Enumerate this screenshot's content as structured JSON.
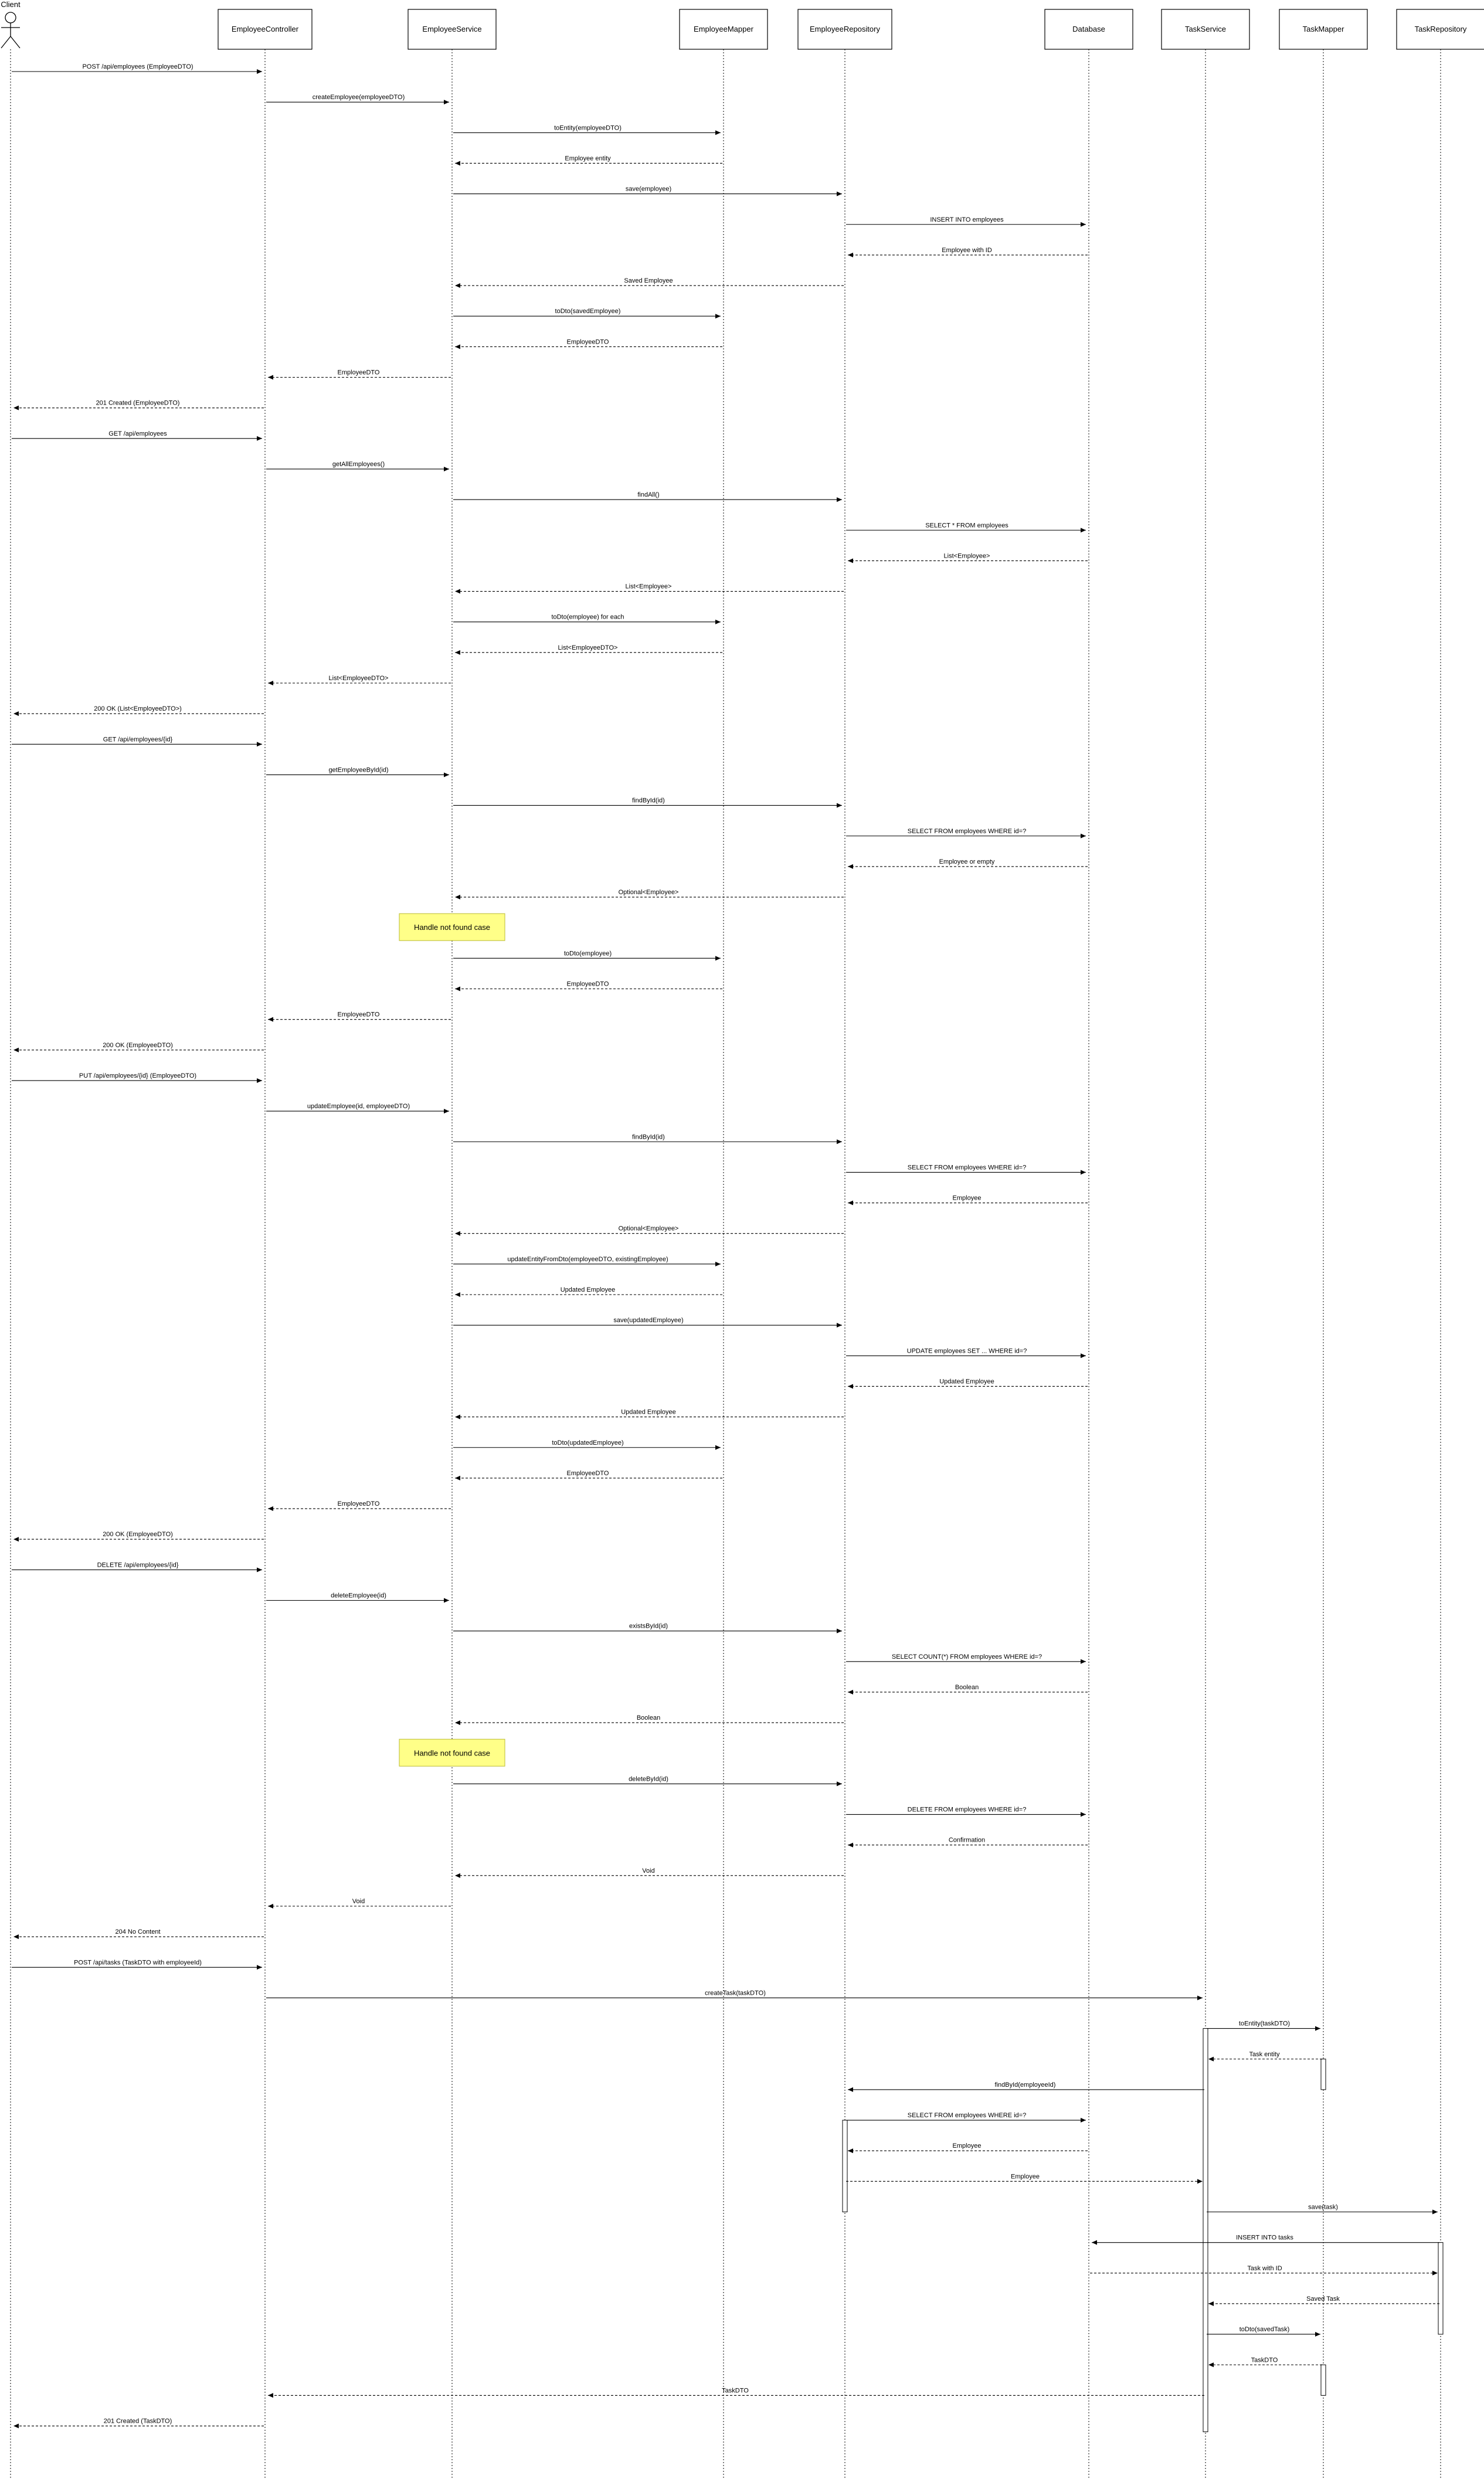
{
  "participants": [
    {
      "id": "client",
      "label": "Client",
      "kind": "actor"
    },
    {
      "id": "ec",
      "label": "EmployeeController",
      "kind": "box"
    },
    {
      "id": "es",
      "label": "EmployeeService",
      "kind": "box"
    },
    {
      "id": "em",
      "label": "EmployeeMapper",
      "kind": "box"
    },
    {
      "id": "er",
      "label": "EmployeeRepository",
      "kind": "box"
    },
    {
      "id": "db",
      "label": "Database",
      "kind": "box"
    },
    {
      "id": "ts",
      "label": "TaskService",
      "kind": "box"
    },
    {
      "id": "tm",
      "label": "TaskMapper",
      "kind": "box"
    },
    {
      "id": "tr",
      "label": "TaskRepository",
      "kind": "box"
    }
  ],
  "messages": [
    {
      "from": "client",
      "to": "ec",
      "label": "POST /api/employees (EmployeeDTO)",
      "kind": "call"
    },
    {
      "from": "ec",
      "to": "es",
      "label": "createEmployee(employeeDTO)",
      "kind": "call"
    },
    {
      "from": "es",
      "to": "em",
      "label": "toEntity(employeeDTO)",
      "kind": "call"
    },
    {
      "from": "em",
      "to": "es",
      "label": "Employee entity",
      "kind": "return"
    },
    {
      "from": "es",
      "to": "er",
      "label": "save(employee)",
      "kind": "call"
    },
    {
      "from": "er",
      "to": "db",
      "label": "INSERT INTO employees",
      "kind": "call"
    },
    {
      "from": "db",
      "to": "er",
      "label": "Employee with ID",
      "kind": "return"
    },
    {
      "from": "er",
      "to": "es",
      "label": "Saved Employee",
      "kind": "return"
    },
    {
      "from": "es",
      "to": "em",
      "label": "toDto(savedEmployee)",
      "kind": "call"
    },
    {
      "from": "em",
      "to": "es",
      "label": "EmployeeDTO",
      "kind": "return"
    },
    {
      "from": "es",
      "to": "ec",
      "label": "EmployeeDTO",
      "kind": "return"
    },
    {
      "from": "ec",
      "to": "client",
      "label": "201 Created (EmployeeDTO)",
      "kind": "return"
    },
    {
      "from": "client",
      "to": "ec",
      "label": "GET /api/employees",
      "kind": "call"
    },
    {
      "from": "ec",
      "to": "es",
      "label": "getAllEmployees()",
      "kind": "call"
    },
    {
      "from": "es",
      "to": "er",
      "label": "findAll()",
      "kind": "call"
    },
    {
      "from": "er",
      "to": "db",
      "label": "SELECT * FROM employees",
      "kind": "call"
    },
    {
      "from": "db",
      "to": "er",
      "label": "List<Employee>",
      "kind": "return"
    },
    {
      "from": "er",
      "to": "es",
      "label": "List<Employee>",
      "kind": "return"
    },
    {
      "from": "es",
      "to": "em",
      "label": "toDto(employee) for each",
      "kind": "call"
    },
    {
      "from": "em",
      "to": "es",
      "label": "List<EmployeeDTO>",
      "kind": "return"
    },
    {
      "from": "es",
      "to": "ec",
      "label": "List<EmployeeDTO>",
      "kind": "return"
    },
    {
      "from": "ec",
      "to": "client",
      "label": "200 OK (List<EmployeeDTO>)",
      "kind": "return"
    },
    {
      "from": "client",
      "to": "ec",
      "label": "GET /api/employees/{id}",
      "kind": "call"
    },
    {
      "from": "ec",
      "to": "es",
      "label": "getEmployeeById(id)",
      "kind": "call"
    },
    {
      "from": "es",
      "to": "er",
      "label": "findById(id)",
      "kind": "call"
    },
    {
      "from": "er",
      "to": "db",
      "label": "SELECT FROM employees WHERE id=?",
      "kind": "call"
    },
    {
      "from": "db",
      "to": "er",
      "label": "Employee or empty",
      "kind": "return"
    },
    {
      "from": "er",
      "to": "es",
      "label": "Optional<Employee>",
      "kind": "return"
    },
    {
      "note": "Handle not found case"
    },
    {
      "from": "es",
      "to": "em",
      "label": "toDto(employee)",
      "kind": "call"
    },
    {
      "from": "em",
      "to": "es",
      "label": "EmployeeDTO",
      "kind": "return"
    },
    {
      "from": "es",
      "to": "ec",
      "label": "EmployeeDTO",
      "kind": "return"
    },
    {
      "from": "ec",
      "to": "client",
      "label": "200 OK (EmployeeDTO)",
      "kind": "return"
    },
    {
      "from": "client",
      "to": "ec",
      "label": "PUT /api/employees/{id} (EmployeeDTO)",
      "kind": "call"
    },
    {
      "from": "ec",
      "to": "es",
      "label": "updateEmployee(id, employeeDTO)",
      "kind": "call"
    },
    {
      "from": "es",
      "to": "er",
      "label": "findById(id)",
      "kind": "call"
    },
    {
      "from": "er",
      "to": "db",
      "label": "SELECT FROM employees WHERE id=?",
      "kind": "call"
    },
    {
      "from": "db",
      "to": "er",
      "label": "Employee",
      "kind": "return"
    },
    {
      "from": "er",
      "to": "es",
      "label": "Optional<Employee>",
      "kind": "return"
    },
    {
      "from": "es",
      "to": "em",
      "label": "updateEntityFromDto(employeeDTO, existingEmployee)",
      "kind": "call"
    },
    {
      "from": "em",
      "to": "es",
      "label": "Updated Employee",
      "kind": "return"
    },
    {
      "from": "es",
      "to": "er",
      "label": "save(updatedEmployee)",
      "kind": "call"
    },
    {
      "from": "er",
      "to": "db",
      "label": "UPDATE employees SET ... WHERE id=?",
      "kind": "call"
    },
    {
      "from": "db",
      "to": "er",
      "label": "Updated Employee",
      "kind": "return"
    },
    {
      "from": "er",
      "to": "es",
      "label": "Updated Employee",
      "kind": "return"
    },
    {
      "from": "es",
      "to": "em",
      "label": "toDto(updatedEmployee)",
      "kind": "call"
    },
    {
      "from": "em",
      "to": "es",
      "label": "EmployeeDTO",
      "kind": "return"
    },
    {
      "from": "es",
      "to": "ec",
      "label": "EmployeeDTO",
      "kind": "return"
    },
    {
      "from": "ec",
      "to": "client",
      "label": "200 OK (EmployeeDTO)",
      "kind": "return"
    },
    {
      "from": "client",
      "to": "ec",
      "label": "DELETE /api/employees/{id}",
      "kind": "call"
    },
    {
      "from": "ec",
      "to": "es",
      "label": "deleteEmployee(id)",
      "kind": "call"
    },
    {
      "from": "es",
      "to": "er",
      "label": "existsById(id)",
      "kind": "call"
    },
    {
      "from": "er",
      "to": "db",
      "label": "SELECT COUNT(*) FROM employees WHERE id=?",
      "kind": "call"
    },
    {
      "from": "db",
      "to": "er",
      "label": "Boolean",
      "kind": "return"
    },
    {
      "from": "er",
      "to": "es",
      "label": "Boolean",
      "kind": "return"
    },
    {
      "note": "Handle not found case"
    },
    {
      "from": "es",
      "to": "er",
      "label": "deleteById(id)",
      "kind": "call"
    },
    {
      "from": "er",
      "to": "db",
      "label": "DELETE FROM employees WHERE id=?",
      "kind": "call"
    },
    {
      "from": "db",
      "to": "er",
      "label": "Confirmation",
      "kind": "return"
    },
    {
      "from": "er",
      "to": "es",
      "label": "Void",
      "kind": "return"
    },
    {
      "from": "es",
      "to": "ec",
      "label": "Void",
      "kind": "return"
    },
    {
      "from": "ec",
      "to": "client",
      "label": "204 No Content",
      "kind": "return"
    },
    {
      "from": "client",
      "to": "ec",
      "label": "POST /api/tasks (TaskDTO with employeeId)",
      "kind": "call"
    },
    {
      "from": "ec",
      "to": "ts",
      "label": "createTask(taskDTO)",
      "kind": "call"
    },
    {
      "from": "ts",
      "to": "tm",
      "label": "toEntity(taskDTO)",
      "kind": "call"
    },
    {
      "from": "tm",
      "to": "ts",
      "label": "Task entity",
      "kind": "return"
    },
    {
      "from": "ts",
      "to": "er",
      "label": "findById(employeeId)",
      "kind": "call"
    },
    {
      "from": "er",
      "to": "db",
      "label": "SELECT FROM employees WHERE id=?",
      "kind": "call"
    },
    {
      "from": "db",
      "to": "er",
      "label": "Employee",
      "kind": "return"
    },
    {
      "from": "er",
      "to": "ts",
      "label": "Employee",
      "kind": "return"
    },
    {
      "from": "ts",
      "to": "tr",
      "label": "save(task)",
      "kind": "call"
    },
    {
      "from": "tr",
      "to": "db",
      "label": "INSERT INTO tasks",
      "kind": "call"
    },
    {
      "from": "db",
      "to": "tr",
      "label": "Task with ID",
      "kind": "return"
    },
    {
      "from": "tr",
      "to": "ts",
      "label": "Saved Task",
      "kind": "return"
    },
    {
      "from": "ts",
      "to": "tm",
      "label": "toDto(savedTask)",
      "kind": "call"
    },
    {
      "from": "tm",
      "to": "ts",
      "label": "TaskDTO",
      "kind": "return"
    },
    {
      "from": "ts",
      "to": "ec",
      "label": "TaskDTO",
      "kind": "return"
    },
    {
      "from": "ec",
      "to": "client",
      "label": "201 Created (TaskDTO)",
      "kind": "return"
    }
  ],
  "colors": {
    "line": "#000000",
    "note_fill": "#ffff88",
    "note_stroke": "#bbbb33",
    "box_fill": "#ffffff"
  }
}
